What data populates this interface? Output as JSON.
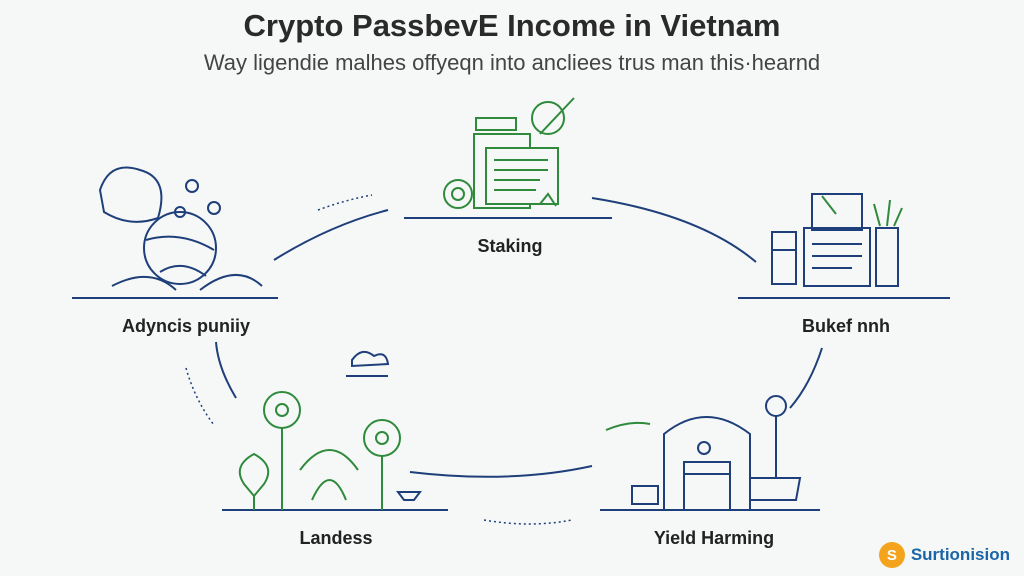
{
  "header": {
    "title": "Crypto PassbevE Income in Vietnam",
    "subtitle": "Way ligendie malhes offyeqn into ancliees trus man this·hearnd"
  },
  "nodes": [
    {
      "id": "staking",
      "label": "Staking"
    },
    {
      "id": "adyncis",
      "label": "Adyncis puniiy"
    },
    {
      "id": "bukef",
      "label": "Bukef nnh"
    },
    {
      "id": "landess",
      "label": "Landess"
    },
    {
      "id": "yield",
      "label": "Yield Harming"
    }
  ],
  "brand": {
    "logo_letter": "S",
    "name": "Surtionision"
  },
  "colors": {
    "navy": "#1f3f7a",
    "green": "#2f8a3c",
    "accent": "#f3a41c",
    "brand": "#1a64a8"
  }
}
